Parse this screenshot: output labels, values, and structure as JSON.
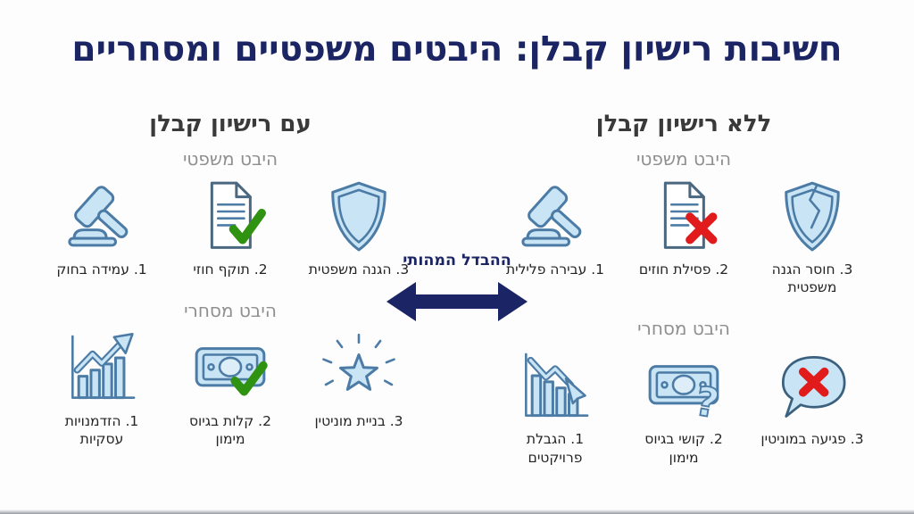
{
  "title": "חשיבות רישיון קבלן: היבטים משפטיים ומסחריים",
  "center": {
    "label": "ההבדל המהותי",
    "arrow_icon": "double-headed-arrow-icon"
  },
  "columns": {
    "with_license": {
      "header": "עם רישיון קבלן",
      "legal": {
        "header": "היבט משפטי",
        "items": [
          {
            "label": "1. עמידה בחוק",
            "icon": "gavel-icon"
          },
          {
            "label": "2. תוקף חוזי",
            "icon": "document-check-icon"
          },
          {
            "label": "3. הגנה משפטית",
            "icon": "shield-icon"
          }
        ]
      },
      "commercial": {
        "header": "היבט מסחרי",
        "items": [
          {
            "label": "1. הזדמנויות עסקיות",
            "icon": "growth-chart-icon"
          },
          {
            "label": "2. קלות בגיוס מימון",
            "icon": "banknote-check-icon"
          },
          {
            "label": "3. בניית מוניטין",
            "icon": "star-icon"
          }
        ]
      }
    },
    "without_license": {
      "header": "ללא רישיון קבלן",
      "legal": {
        "header": "היבט משפטי",
        "items": [
          {
            "label": "1. עבירה פלילית",
            "icon": "gavel-icon"
          },
          {
            "label": "2. פסילת חוזים",
            "icon": "document-x-icon"
          },
          {
            "label": "3. חוסר הגנה משפטית",
            "icon": "cracked-shield-icon"
          }
        ]
      },
      "commercial": {
        "header": "היבט מסחרי",
        "items": [
          {
            "label": "1. הגבלת פרויקטים",
            "icon": "declining-chart-icon"
          },
          {
            "label": "2. קושי בגיוס מימון",
            "icon": "banknote-question-icon"
          },
          {
            "label": "3. פגיעה במוניטין",
            "icon": "speech-bubble-x-icon"
          }
        ]
      }
    }
  },
  "colors": {
    "title_navy": "#1c2563",
    "arrow_navy": "#1b2565",
    "icon_fill_blue": "#c9e5f5",
    "icon_stroke_blue": "#4c7ca6",
    "positive_green": "#2f9210",
    "negative_red": "#e11b1b",
    "section_gray": "#8f8f8f",
    "header_dark": "#3a3a3a"
  }
}
